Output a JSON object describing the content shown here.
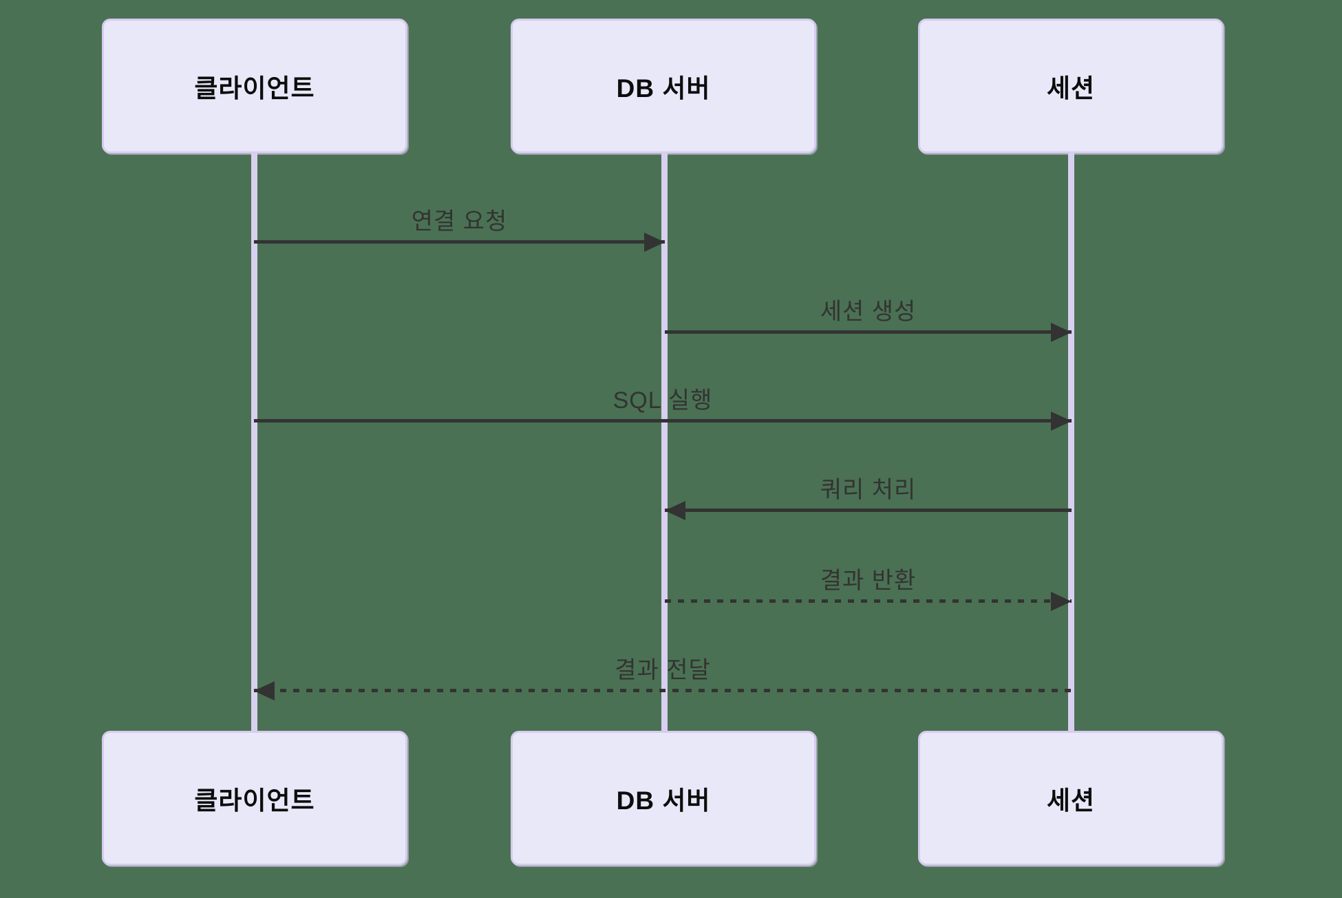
{
  "diagram": {
    "type": "sequence-diagram",
    "actors": [
      {
        "id": "client",
        "label": "클라이언트"
      },
      {
        "id": "db-server",
        "label": "DB 서버"
      },
      {
        "id": "session",
        "label": "세션"
      }
    ],
    "messages": [
      {
        "from": "클라이언트",
        "to": "DB 서버",
        "label": "연결 요청",
        "line": "solid",
        "direction": "right"
      },
      {
        "from": "DB 서버",
        "to": "세션",
        "label": "세션 생성",
        "line": "solid",
        "direction": "right"
      },
      {
        "from": "클라이언트",
        "to": "세션",
        "label": "SQL 실행",
        "line": "solid",
        "direction": "right"
      },
      {
        "from": "세션",
        "to": "DB 서버",
        "label": "쿼리 처리",
        "line": "solid",
        "direction": "left"
      },
      {
        "from": "DB 서버",
        "to": "세션",
        "label": "결과 반환",
        "line": "dashed",
        "direction": "right"
      },
      {
        "from": "세션",
        "to": "클라이언트",
        "label": "결과 전달",
        "line": "dashed",
        "direction": "left"
      }
    ],
    "colors": {
      "background": "#4A7153",
      "actor_fill": "#E9E8F9",
      "actor_border": "#D7CBEE",
      "lifeline": "#D9D0F1",
      "arrow": "#333333",
      "actor_text": "#0D0D0D",
      "message_text": "#333333"
    }
  }
}
